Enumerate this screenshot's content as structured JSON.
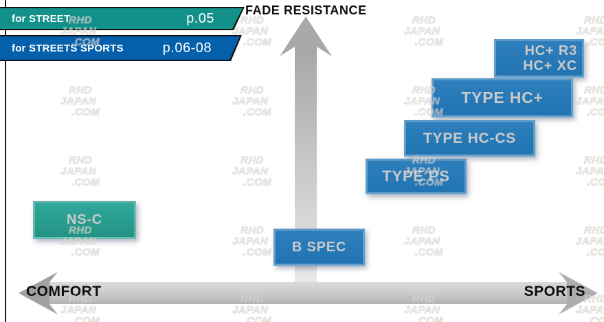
{
  "axis": {
    "y_label": "FADE RESISTANCE",
    "x_left_label": "COMFORT",
    "x_right_label": "SPORTS"
  },
  "banners": [
    {
      "label": "for STREET",
      "page": "p.05",
      "color": "#12918b"
    },
    {
      "label": "for STREETS SPORTS",
      "page": "p.06-08",
      "color": "#0560ac"
    }
  ],
  "products": [
    {
      "label": "HC+ R3 / HC+ XC",
      "lines": [
        "HC+ R3",
        "HC+ XC"
      ],
      "series": "for STREETS SPORTS",
      "color": "#2478b8"
    },
    {
      "label": "TYPE HC+",
      "series": "for STREETS SPORTS",
      "color": "#2478b8"
    },
    {
      "label": "TYPE HC-CS",
      "series": "for STREETS SPORTS",
      "color": "#2478b8"
    },
    {
      "label": "TYPE PS",
      "series": "for STREETS SPORTS",
      "color": "#2478b8"
    },
    {
      "label": "B SPEC",
      "series": "for STREETS SPORTS",
      "color": "#2478b8"
    },
    {
      "label": "NS-C",
      "series": "for STREET",
      "color": "#2aa295"
    }
  ],
  "watermark": {
    "lines": [
      "RHD",
      "JAPAN",
      ".COM"
    ]
  },
  "colors": {
    "street_teal": "#12918b",
    "street_sports_blue": "#0560ac",
    "box_blue": "#2478b8",
    "box_teal": "#2aa295",
    "box_text": "#c9cacb",
    "arrow_gray": "#a8a8a8",
    "label_black": "#0d0d0d"
  },
  "chart_data": {
    "type": "scatter",
    "title": "Brake pad positioning map",
    "xlabel_left": "COMFORT",
    "xlabel_right": "SPORTS",
    "ylabel": "FADE RESISTANCE",
    "x_range": [
      0,
      1
    ],
    "y_range": [
      0,
      1
    ],
    "grid": false,
    "legend_position": "top-left",
    "series_legend": [
      {
        "name": "for STREET",
        "page": "p.05",
        "color": "#12918b"
      },
      {
        "name": "for STREETS SPORTS",
        "page": "p.06-08",
        "color": "#0560ac"
      }
    ],
    "points": [
      {
        "label": "NS-C",
        "series": "for STREET",
        "x": 0.11,
        "y": 0.27
      },
      {
        "label": "B SPEC",
        "series": "for STREETS SPORTS",
        "x": 0.52,
        "y": 0.17
      },
      {
        "label": "TYPE PS",
        "series": "for STREETS SPORTS",
        "x": 0.69,
        "y": 0.42
      },
      {
        "label": "TYPE HC-CS",
        "series": "for STREETS SPORTS",
        "x": 0.78,
        "y": 0.56
      },
      {
        "label": "TYPE HC+",
        "series": "for STREETS SPORTS",
        "x": 0.83,
        "y": 0.71
      },
      {
        "label": "HC+ R3 / HC+ XC",
        "series": "for STREETS SPORTS",
        "x": 0.9,
        "y": 0.85
      }
    ]
  }
}
